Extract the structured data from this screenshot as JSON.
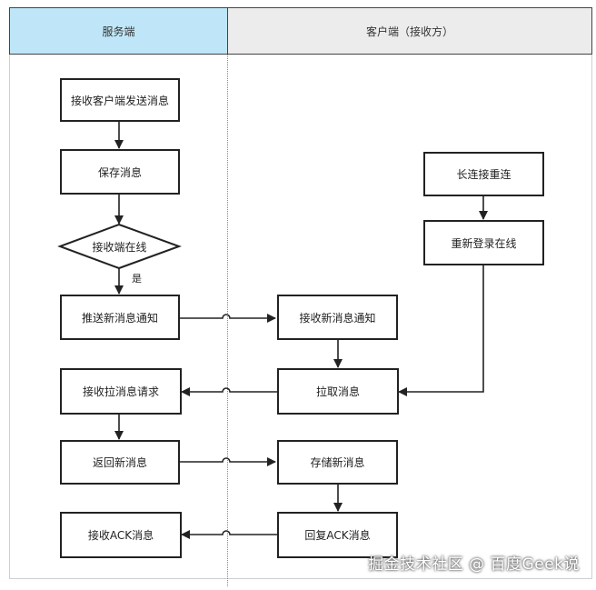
{
  "lanes": {
    "server": "服务端",
    "client": "客户端（接收方）"
  },
  "nodes": {
    "receive_client_msg": "接收客户端发送消息",
    "save_msg": "保存消息",
    "receiver_online": "接收端在线",
    "yes": "是",
    "push_notification": "推送新消息通知",
    "receive_pull_request": "接收拉消息请求",
    "return_new_msg": "返回新消息",
    "receive_ack": "接收ACK消息",
    "long_reconnect": "长连接重连",
    "relogin_online": "重新登录在线",
    "receive_notification": "接收新消息通知",
    "pull_msg": "拉取消息",
    "store_new_msg": "存储新消息",
    "reply_ack": "回复ACK消息"
  },
  "watermark": "掘金技术社区 @ 百度Geek说"
}
